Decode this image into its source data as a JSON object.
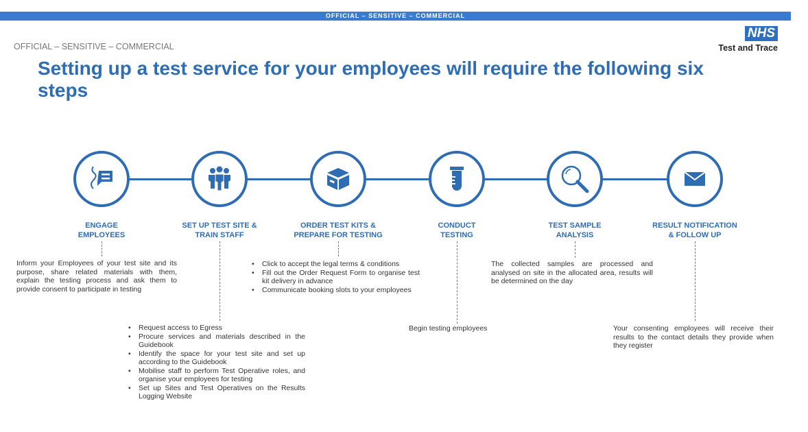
{
  "banner": "OFFICIAL – SENSITIVE – COMMERCIAL",
  "marking": "OFFICIAL – SENSITIVE – COMMERCIAL",
  "logo": {
    "nhs": "NHS",
    "sub": "Test and Trace"
  },
  "title": "Setting up a test service for your employees will require the following six steps",
  "steps": [
    {
      "title1": "ENGAGE",
      "title2": "EMPLOYEES",
      "icon": "speech-bubble-icon",
      "text": "Inform your Employees of your test site and its purpose, share related materials with them, explain the testing process and ask them to provide consent to participate in testing"
    },
    {
      "title1": "SET UP TEST SITE &",
      "title2": "TRAIN STAFF",
      "icon": "people-group-icon",
      "bullets": [
        "Request access to Egress",
        "Procure services and materials described in the Guidebook",
        "Identify the space for your test site and set up according to the Guidebook",
        "Mobilise staff to perform Test Operative roles, and organise your employees for testing",
        "Set up Sites and Test Operatives on the Results Logging Website"
      ]
    },
    {
      "title1": "ORDER TEST KITS &",
      "title2": "PREPARE FOR TESTING",
      "icon": "package-box-icon",
      "bullets": [
        "Click to accept the legal terms & conditions",
        "Fill out the Order Request Form to organise test kit delivery in advance",
        "Communicate booking slots to your employees"
      ]
    },
    {
      "title1": "CONDUCT",
      "title2": "TESTING",
      "icon": "test-tube-icon",
      "text": "Begin testing employees"
    },
    {
      "title1": "TEST SAMPLE",
      "title2": "ANALYSIS",
      "icon": "magnifier-icon",
      "text": "The collected samples are processed and analysed on site in the allocated area, results will be determined on the day"
    },
    {
      "title1": "RESULT NOTIFICATION",
      "title2": "& FOLLOW UP",
      "icon": "envelope-icon",
      "text": "Your consenting employees will receive their results to the contact details they provide when they register"
    }
  ],
  "colors": {
    "brand": "#2e6db4",
    "banner": "#3a7bd0"
  }
}
